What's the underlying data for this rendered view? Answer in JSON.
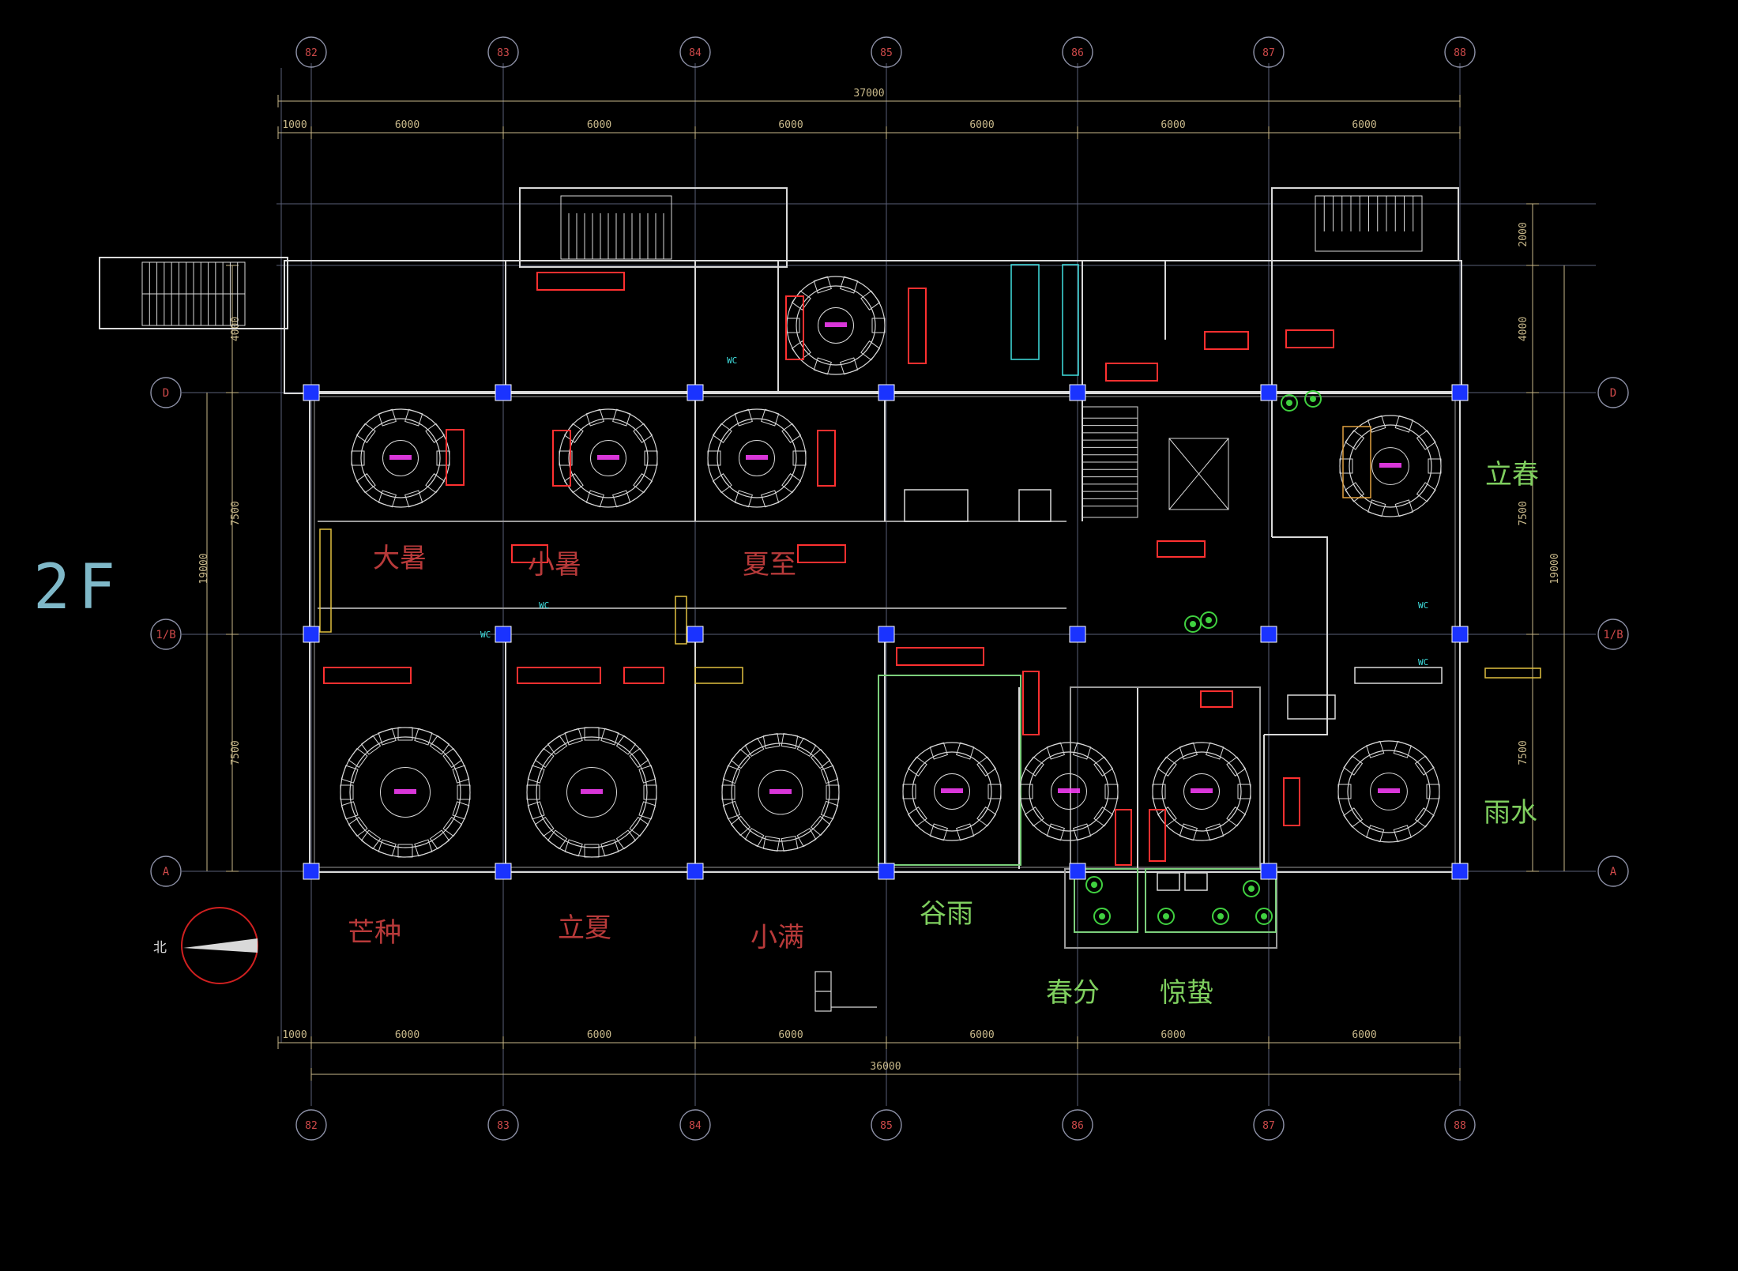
{
  "floor_label": "2F",
  "north_label": "北",
  "colors": {
    "background": "#000000",
    "grid_line": "#5a5f78",
    "axis_bubble": "#8e92a8",
    "axis_text": "#d04a4a",
    "dimension": "#c8b88a",
    "wall": "#d9d9d9",
    "wall_green": "#7ccf7c",
    "column": "#1a33ff",
    "furniture": "#d8d8d8",
    "red_item": "#ff3030",
    "magenta": "#ff40ff",
    "cyan": "#40e0e0",
    "yellow": "#e0c040",
    "season_red": "#b83a3a",
    "season_green": "#7fcf5f",
    "compass_ring": "#d02020"
  },
  "axes": {
    "columns": [
      "82",
      "83",
      "84",
      "85",
      "86",
      "87",
      "88"
    ],
    "rows": [
      "D",
      "1/B",
      "A"
    ]
  },
  "dimensions": {
    "top_total": "37000",
    "top_segments": [
      "1000",
      "6000",
      "6000",
      "6000",
      "6000",
      "6000",
      "6000"
    ],
    "bottom_total": "36000",
    "bottom_segments": [
      "1000",
      "6000",
      "6000",
      "6000",
      "6000",
      "6000",
      "6000"
    ],
    "left_segments": [
      "4000",
      "7500",
      "7500"
    ],
    "left_total": "19000",
    "right_segments": [
      "2000",
      "4000",
      "7500",
      "7500"
    ],
    "right_total": "19000"
  },
  "room_names": {
    "dashu": "大暑",
    "xiaoshu": "小暑",
    "xiazhi": "夏至",
    "lichun": "立春",
    "yushui": "雨水",
    "mangzhong": "芒种",
    "lixia": "立夏",
    "xiaoman": "小满",
    "guyu": "谷雨",
    "chunfen": "春分",
    "jingzhe": "惊蛰"
  },
  "labels": {
    "wc": "WC"
  }
}
